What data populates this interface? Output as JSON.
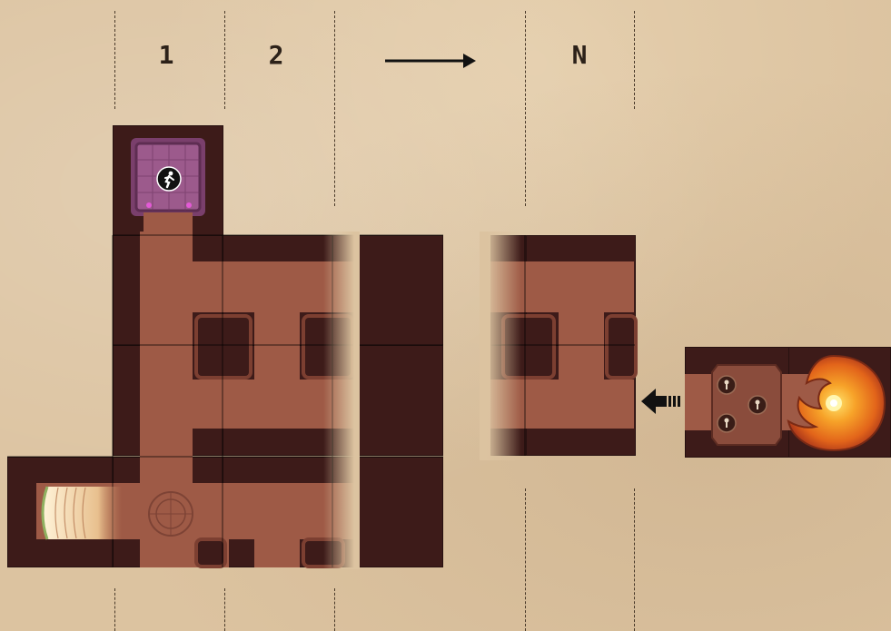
{
  "columns": {
    "col1_label": "1",
    "col2_label": "2",
    "colN_label": "N"
  },
  "icons": {
    "progress_arrow": "right-arrow-icon",
    "insert_arrow": "left-push-arrow-icon",
    "hero_token": "hero-marker-icon",
    "keyholes": "keyhole-icon",
    "lava_core": "lava-vortex-icon",
    "entrance": "tunnel-entrance-icon"
  },
  "colors": {
    "background": "#dcc3a0",
    "tile_dark": "#3d1b19",
    "corridor": "#9e5a46",
    "start_room": "#8e4f7c",
    "lava": "#f07a1c"
  }
}
